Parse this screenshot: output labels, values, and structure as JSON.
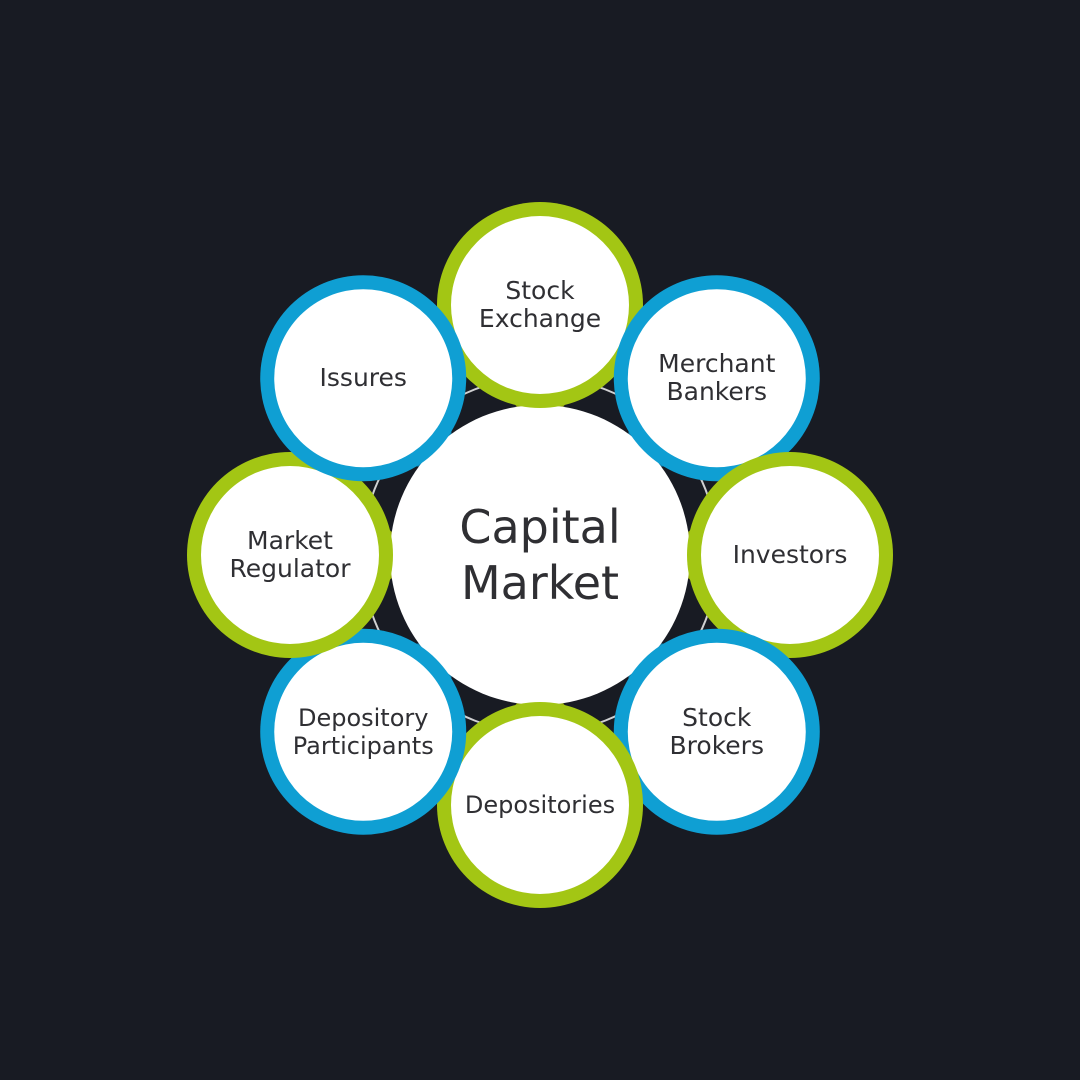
{
  "center": {
    "lines": [
      "Capital",
      "Market"
    ]
  },
  "colors": {
    "background": "#181b23",
    "green": "#a3c614",
    "green_dark": "#8e9f08",
    "blue": "#0f9fd3",
    "blue_dark": "#1078a3",
    "connector_light": "#c8dde6",
    "connector_white": "#ffffff",
    "inner_ring": "#ffffff"
  },
  "nodes": [
    {
      "id": "stock-exchange",
      "lines": [
        "Stock",
        "Exchange"
      ],
      "ring": "green"
    },
    {
      "id": "merchant-bankers",
      "lines": [
        "Merchant",
        "Bankers"
      ],
      "ring": "blue"
    },
    {
      "id": "investors",
      "lines": [
        "Investors"
      ],
      "ring": "green"
    },
    {
      "id": "stock-brokers",
      "lines": [
        "Stock",
        "Brokers"
      ],
      "ring": "blue"
    },
    {
      "id": "depositories",
      "lines": [
        "Depositories"
      ],
      "ring": "green"
    },
    {
      "id": "depository-participants",
      "lines": [
        "Depository",
        "Participants"
      ],
      "ring": "blue"
    },
    {
      "id": "market-regulator",
      "lines": [
        "Market",
        "Regulator"
      ],
      "ring": "green"
    },
    {
      "id": "issures",
      "lines": [
        "Issures"
      ],
      "ring": "blue"
    }
  ]
}
